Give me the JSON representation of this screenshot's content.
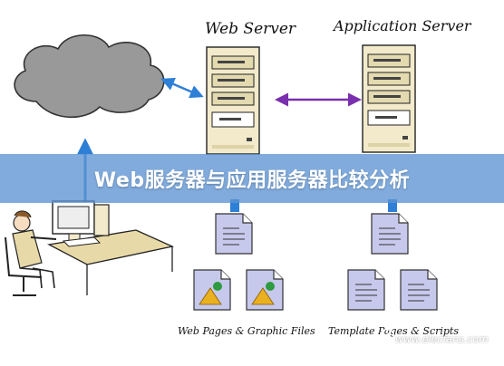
{
  "diagram": {
    "web_server_label": "Web Server",
    "app_server_label": "Application Server",
    "web_files_label": "Web Pages & Graphic Files",
    "template_files_label": "Template Pages & Scripts",
    "banner_title": "Web服务器与应用服务器比较分析",
    "watermark": "www.elecfans.com"
  },
  "colors": {
    "cloud": "#999999",
    "arrow_blue": "#2e7fd6",
    "arrow_purple": "#7a2fae",
    "server": "#f2eaca",
    "document": "#c6c9ec",
    "banner": "#5c93d2"
  },
  "icons": [
    "cloud-icon",
    "web-server-icon",
    "application-server-icon",
    "user-at-computer-icon",
    "document-icon",
    "image-file-icon"
  ]
}
